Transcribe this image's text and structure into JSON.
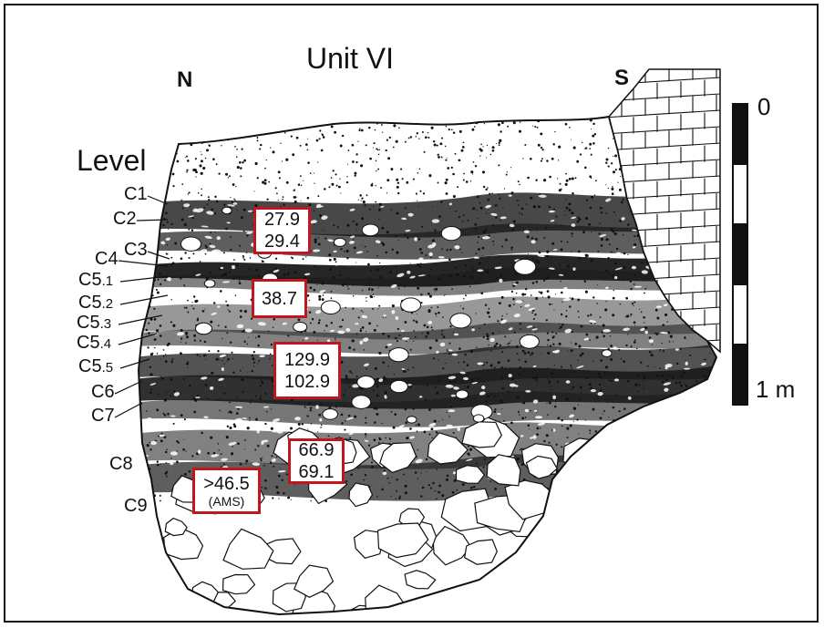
{
  "figure": {
    "title": "Unit VI",
    "north_label": "N",
    "south_label": "S",
    "levels_heading": "Level",
    "levels": [
      {
        "id": "C1",
        "label": "C1",
        "sub": ""
      },
      {
        "id": "C2",
        "label": "C2",
        "sub": ""
      },
      {
        "id": "C3",
        "label": "C3",
        "sub": ""
      },
      {
        "id": "C4",
        "label": "C4",
        "sub": ""
      },
      {
        "id": "C5_1",
        "label": "C5",
        "sub": ".1"
      },
      {
        "id": "C5_2",
        "label": "C5",
        "sub": ".2"
      },
      {
        "id": "C5_3",
        "label": "C5",
        "sub": ".3"
      },
      {
        "id": "C5_4",
        "label": "C5",
        "sub": ".4"
      },
      {
        "id": "C5_5",
        "label": "C5",
        "sub": ".5"
      },
      {
        "id": "C6",
        "label": "C6",
        "sub": ""
      },
      {
        "id": "C7",
        "label": "C7",
        "sub": ""
      },
      {
        "id": "C8",
        "label": "C8",
        "sub": ""
      },
      {
        "id": "C9",
        "label": "C9",
        "sub": ""
      }
    ],
    "dates": [
      {
        "id": "d1",
        "lines": [
          "27.9",
          "29.4"
        ]
      },
      {
        "id": "d2",
        "lines": [
          "38.7"
        ]
      },
      {
        "id": "d3",
        "lines": [
          "129.9",
          "102.9"
        ]
      },
      {
        "id": "d4",
        "lines": [
          "66.9",
          "69.1"
        ]
      },
      {
        "id": "d5",
        "lines": [
          ">46.5",
          "(AMS)"
        ]
      }
    ],
    "scale": {
      "top_label": "0",
      "bottom_label": "1 m"
    },
    "colors": {
      "date_box_border": "#c0161c",
      "ink": "#111111",
      "background": "#ffffff"
    }
  }
}
